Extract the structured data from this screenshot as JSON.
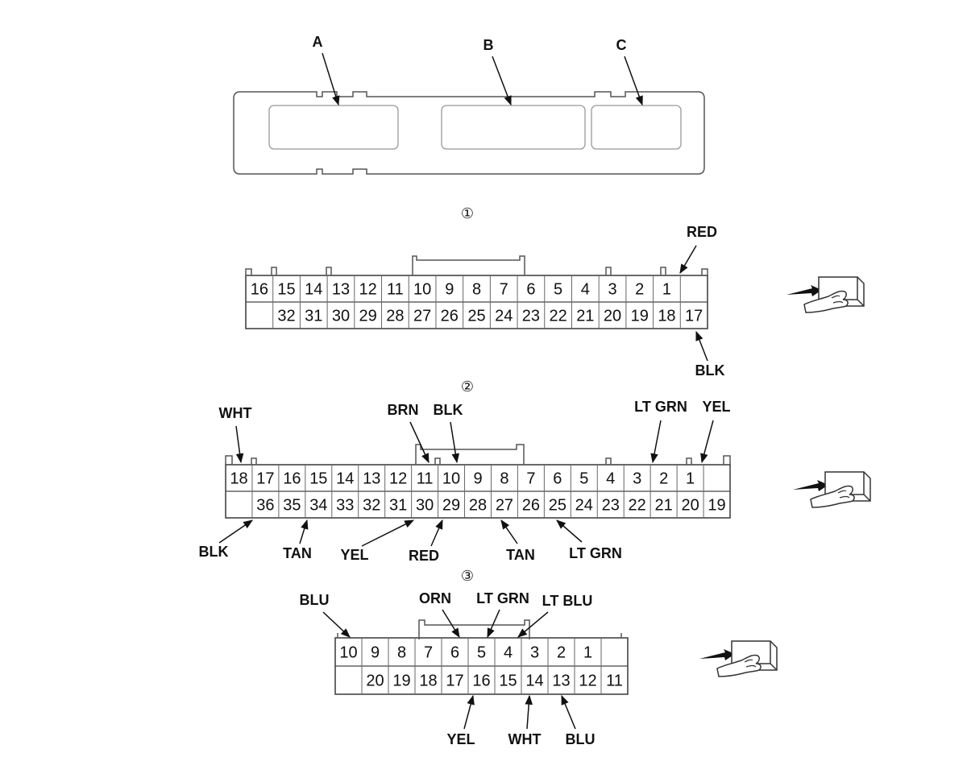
{
  "housing": {
    "labels": [
      "A",
      "B",
      "C"
    ]
  },
  "connectors": [
    {
      "id": "1",
      "marker": "①",
      "top_row": [
        "16",
        "15",
        "14",
        "13",
        "12",
        "11",
        "10",
        "9",
        "8",
        "7",
        "6",
        "5",
        "4",
        "3",
        "2",
        "1",
        ""
      ],
      "bottom_row": [
        "",
        "32",
        "31",
        "30",
        "29",
        "28",
        "27",
        "26",
        "25",
        "24",
        "23",
        "22",
        "21",
        "20",
        "19",
        "18",
        "17"
      ],
      "wire_labels": [
        {
          "pin": "1",
          "color": "RED"
        },
        {
          "pin": "17",
          "color": "BLK"
        }
      ]
    },
    {
      "id": "2",
      "marker": "②",
      "top_row": [
        "18",
        "17",
        "16",
        "15",
        "14",
        "13",
        "12",
        "11",
        "10",
        "9",
        "8",
        "7",
        "6",
        "5",
        "4",
        "3",
        "2",
        "1",
        ""
      ],
      "bottom_row": [
        "",
        "36",
        "35",
        "34",
        "33",
        "32",
        "31",
        "30",
        "29",
        "28",
        "27",
        "26",
        "25",
        "24",
        "23",
        "22",
        "21",
        "20",
        "19"
      ],
      "wire_labels": [
        {
          "pin": "18",
          "color": "WHT"
        },
        {
          "pin": "11",
          "color": "BRN"
        },
        {
          "pin": "10",
          "color": "BLK"
        },
        {
          "pin": "3",
          "color": "LT GRN"
        },
        {
          "pin": "1",
          "color": "YEL"
        },
        {
          "pin": "36",
          "color": "BLK"
        },
        {
          "pin": "34",
          "color": "TAN"
        },
        {
          "pin": "30",
          "color": "YEL"
        },
        {
          "pin": "29",
          "color": "RED"
        },
        {
          "pin": "27",
          "color": "TAN"
        },
        {
          "pin": "25",
          "color": "LT GRN"
        }
      ]
    },
    {
      "id": "3",
      "marker": "③",
      "top_row": [
        "10",
        "9",
        "8",
        "7",
        "6",
        "5",
        "4",
        "3",
        "2",
        "1",
        ""
      ],
      "bottom_row": [
        "",
        "20",
        "19",
        "18",
        "17",
        "16",
        "15",
        "14",
        "13",
        "12",
        "11"
      ],
      "wire_labels": [
        {
          "pin": "10",
          "color": "BLU"
        },
        {
          "pin": "6",
          "color": "ORN"
        },
        {
          "pin": "5",
          "color": "LT GRN"
        },
        {
          "pin": "4",
          "color": "LT BLU"
        },
        {
          "pin": "16",
          "color": "YEL"
        },
        {
          "pin": "14",
          "color": "WHT"
        },
        {
          "pin": "13",
          "color": "BLU"
        }
      ]
    }
  ],
  "icons": [
    "terminal-side-view-icon"
  ]
}
